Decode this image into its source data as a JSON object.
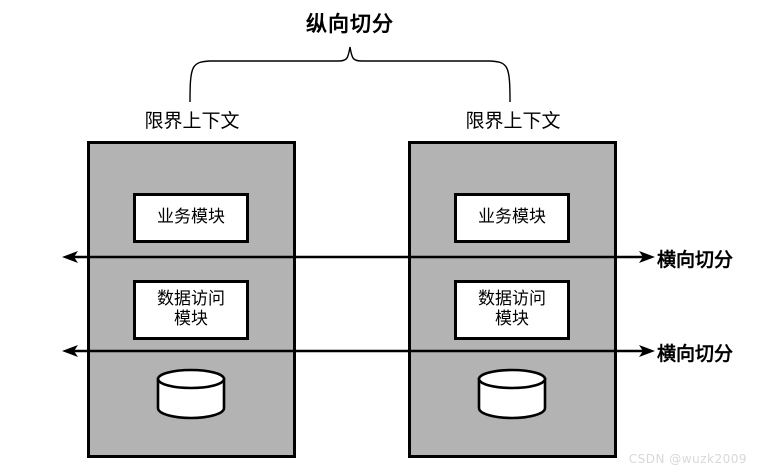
{
  "diagram": {
    "title": "纵向切分",
    "type": "architecture-split-diagram",
    "colors": {
      "context_fill": "#b3b3b3",
      "module_fill": "#ffffff",
      "stroke": "#000000",
      "watermark": "#d8d8d8",
      "background": "#ffffff"
    },
    "vertical_brace": {
      "label": "纵向切分",
      "spans_columns": 2
    },
    "columns": [
      {
        "label": "限界上下文",
        "modules": [
          {
            "name": "业务模块",
            "lines": [
              "业务模块"
            ]
          },
          {
            "name": "数据访问模块",
            "lines": [
              "数据访问",
              "模块"
            ]
          }
        ],
        "database_icon": "database-cylinder-icon"
      },
      {
        "label": "限界上下文",
        "modules": [
          {
            "name": "业务模块",
            "lines": [
              "业务模块"
            ]
          },
          {
            "name": "数据访问模块",
            "lines": [
              "数据访问",
              "模块"
            ]
          }
        ],
        "database_icon": "database-cylinder-icon"
      }
    ],
    "horizontal_splits": [
      {
        "label": "横向切分",
        "arrow": "double-headed-arrow"
      },
      {
        "label": "横向切分",
        "arrow": "double-headed-arrow"
      }
    ],
    "watermark": "CSDN @wuzk2009"
  }
}
